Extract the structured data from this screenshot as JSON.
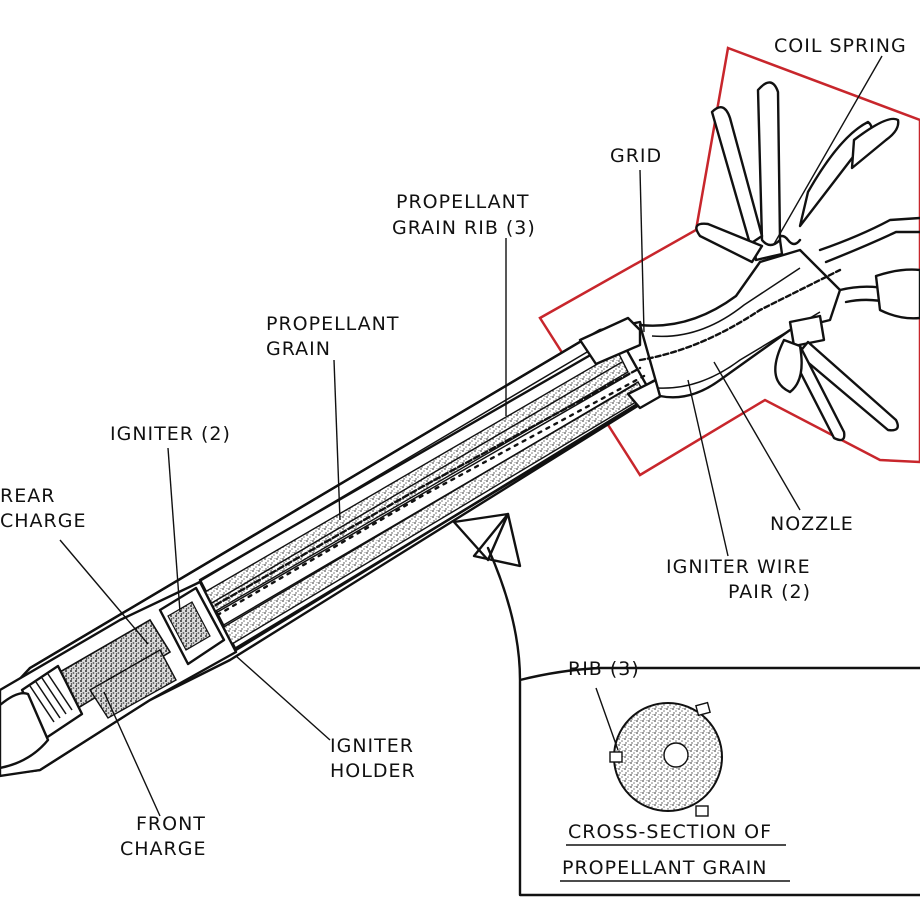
{
  "labels": {
    "coil_spring": "COIL SPRING",
    "grid": "GRID",
    "propellant_grain_rib_line1": "PROPELLANT",
    "propellant_grain_rib_line2": "GRAIN RIB (3)",
    "propellant_grain_line1": "PROPELLANT",
    "propellant_grain_line2": "GRAIN",
    "igniter": "IGNITER (2)",
    "rear_charge_line1": "REAR",
    "rear_charge_line2": "CHARGE",
    "nozzle": "NOZZLE",
    "igniter_wire_pair_line1": "IGNITER WIRE",
    "igniter_wire_pair_line2": "PAIR (2)",
    "igniter_holder_line1": "IGNITER",
    "igniter_holder_line2": "HOLDER",
    "front_charge_line1": "FRONT",
    "front_charge_line2": "CHARGE",
    "rib_inset": "RIB (3)",
    "cross_section_line1": "CROSS-SECTION OF",
    "cross_section_line2": "PROPELLANT GRAIN"
  },
  "colors": {
    "ink": "#111111",
    "highlight_outline": "#c8262c",
    "propellant_stipple": "#8a8a8a",
    "background": "#ffffff"
  }
}
